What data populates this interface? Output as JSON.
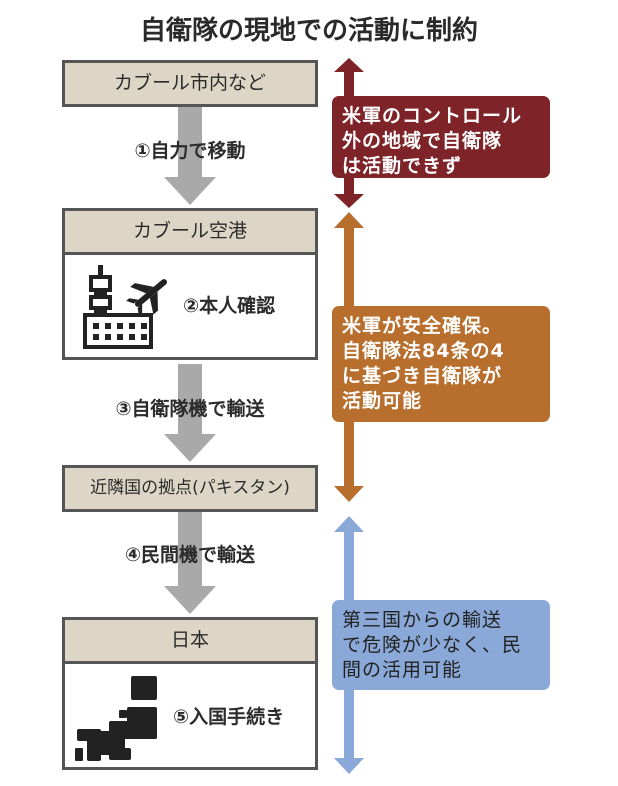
{
  "title": "自衛隊の現地での活動に制約",
  "colors": {
    "location_header": "#ddd6c6",
    "location_border": "#555555",
    "flow_arrow": "#a9a9a9",
    "zone_red": "#7e2328",
    "zone_orange": "#b86f2e",
    "zone_blue": "#8aa9d8"
  },
  "locations": [
    {
      "name": "カブール市内など"
    },
    {
      "name": "カブール空港",
      "step": "②本人確認",
      "icon": "airport-icon"
    },
    {
      "name": "近隣国の拠点(パキスタン)"
    },
    {
      "name": "日本",
      "step": "⑤入国手続き",
      "icon": "japan-map-icon"
    }
  ],
  "transit_steps": [
    {
      "label": "①自力で移動"
    },
    {
      "label": "③自衛隊機で輸送"
    },
    {
      "label": "④民間機で輸送"
    }
  ],
  "zones": [
    {
      "color": "red",
      "text": [
        "米軍のコントロール",
        "外の地域で自衛隊",
        "は活動できず"
      ]
    },
    {
      "color": "orange",
      "text": [
        "米軍が安全確保。",
        "自衛隊法84条の4",
        "に基づき自衛隊が",
        "活動可能"
      ]
    },
    {
      "color": "blue",
      "text": [
        "第三国からの輸送",
        "で危険が少なく、民",
        "間の活用可能"
      ]
    }
  ]
}
